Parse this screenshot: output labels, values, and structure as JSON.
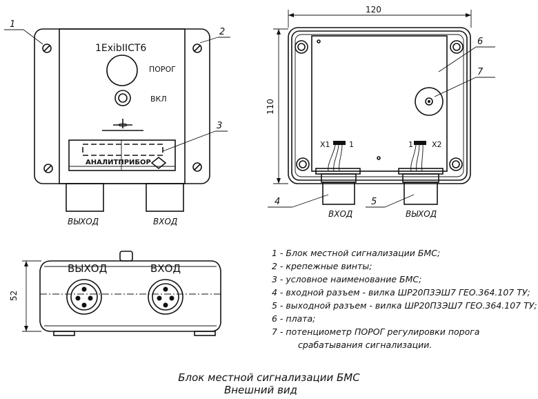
{
  "front_view": {
    "marking": "1ExibIICT6",
    "porog_label": "ПОРОГ",
    "vkl_label": "ВКЛ",
    "brand": "АНАЛИТПРИБОР",
    "out_label": "ВЫХОД",
    "in_label": "ВХОД",
    "callouts": [
      "1",
      "2",
      "3"
    ]
  },
  "inside_view": {
    "dim_width": "120",
    "dim_height": "110",
    "x1_label": "X1",
    "x1_pin": "1",
    "x2_label": "X2",
    "x2_pin": "1",
    "in_label": "ВХОД",
    "out_label": "ВЫХОД",
    "callouts": [
      "4",
      "5",
      "6",
      "7"
    ]
  },
  "bottom_view": {
    "out_label": "ВЫХОД",
    "in_label": "ВХОД",
    "dim_height": "52"
  },
  "legend": [
    "1 - Блок местной сигнализации БМС;",
    "2 - крепежные винты;",
    "3 - условное наименование БМС;",
    "4 - входной разъем - вилка ШР20П3ЭШ7 ГЕО.364.107 ТУ;",
    "5 - выходной разъем - вилка ШР20П3ЭШ7 ГЕО.364.107 ТУ;",
    "6 - плата;",
    "7 - потенциометр ПОРОГ регулировки порога",
    "срабатывания сигнализации."
  ],
  "caption": {
    "line1": "Блок местной сигнализации БМС",
    "line2": "Внешний вид"
  }
}
